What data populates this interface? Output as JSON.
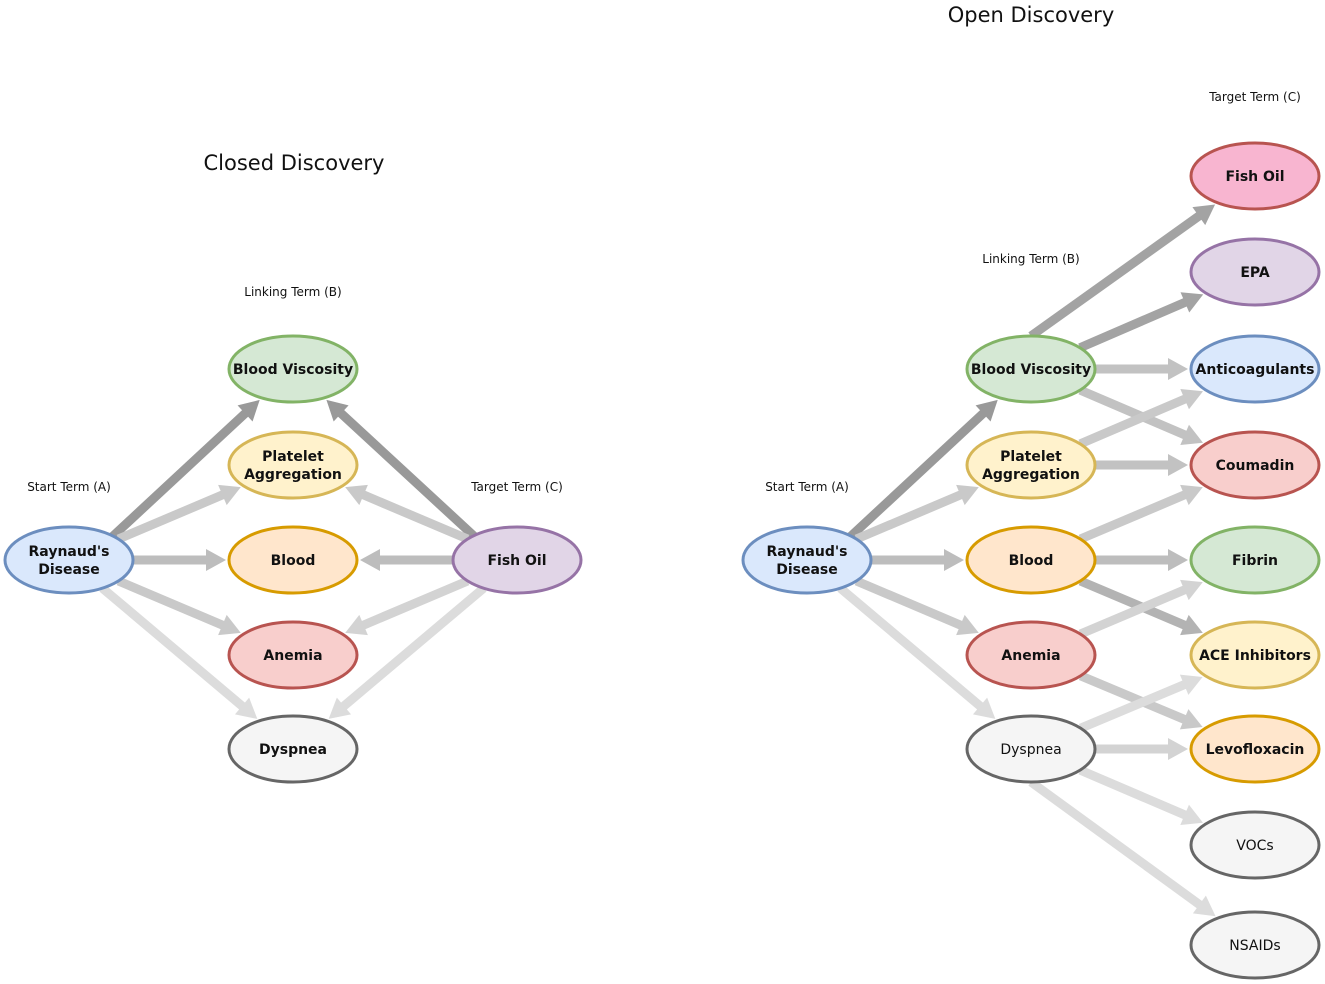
{
  "closed": {
    "title": "Closed Discovery",
    "start_caption": "Start Term (A)",
    "linking_caption": "Linking Term (B)",
    "target_caption": "Target Term (C)",
    "nodes": [
      {
        "id": "raynaud",
        "label": [
          "Raynaud's",
          "Disease"
        ],
        "fill": "#dae8fc",
        "stroke": "#6c8ebf"
      },
      {
        "id": "viscosity",
        "label": [
          "Blood Viscosity"
        ],
        "fill": "#d5e8d4",
        "stroke": "#82b366"
      },
      {
        "id": "platelet",
        "label": [
          "Platelet",
          "Aggregation"
        ],
        "fill": "#fff2cc",
        "stroke": "#d6b656"
      },
      {
        "id": "blood",
        "label": [
          "Blood"
        ],
        "fill": "#ffe6cc",
        "stroke": "#d79b00"
      },
      {
        "id": "anemia",
        "label": [
          "Anemia"
        ],
        "fill": "#f8cecc",
        "stroke": "#b85450"
      },
      {
        "id": "dyspnea",
        "label": [
          "Dyspnea"
        ],
        "fill": "#f5f5f5",
        "stroke": "#666666"
      },
      {
        "id": "fishoil",
        "label": [
          "Fish Oil"
        ],
        "fill": "#e1d5e7",
        "stroke": "#9673a6"
      }
    ],
    "edges": [
      {
        "from": "raynaud",
        "to": "viscosity",
        "color": "#999999"
      },
      {
        "from": "raynaud",
        "to": "platelet",
        "color": "#c9c9c9"
      },
      {
        "from": "raynaud",
        "to": "blood",
        "color": "#bdbdbd"
      },
      {
        "from": "raynaud",
        "to": "anemia",
        "color": "#c9c9c9"
      },
      {
        "from": "raynaud",
        "to": "dyspnea",
        "color": "#dcdcdc"
      },
      {
        "from": "fishoil",
        "to": "viscosity",
        "color": "#999999"
      },
      {
        "from": "fishoil",
        "to": "platelet",
        "color": "#c9c9c9"
      },
      {
        "from": "fishoil",
        "to": "blood",
        "color": "#bdbdbd"
      },
      {
        "from": "fishoil",
        "to": "anemia",
        "color": "#d3d3d3"
      },
      {
        "from": "fishoil",
        "to": "dyspnea",
        "color": "#dcdcdc"
      }
    ]
  },
  "open": {
    "title": "Open Discovery",
    "start_caption": "Start Term (A)",
    "linking_caption": "Linking Term (B)",
    "target_caption": "Target Term (C)",
    "nodes": [
      {
        "id": "raynaud",
        "label": [
          "Raynaud's",
          "Disease"
        ],
        "fill": "#dae8fc",
        "stroke": "#6c8ebf"
      },
      {
        "id": "viscosity",
        "label": [
          "Blood Viscosity"
        ],
        "fill": "#d5e8d4",
        "stroke": "#82b366"
      },
      {
        "id": "platelet",
        "label": [
          "Platelet",
          "Aggregation"
        ],
        "fill": "#fff2cc",
        "stroke": "#d6b656"
      },
      {
        "id": "blood",
        "label": [
          "Blood"
        ],
        "fill": "#ffe6cc",
        "stroke": "#d79b00"
      },
      {
        "id": "anemia",
        "label": [
          "Anemia"
        ],
        "fill": "#f8cecc",
        "stroke": "#b85450"
      },
      {
        "id": "dyspnea",
        "label": [
          "Dyspnea"
        ],
        "fill": "#f5f5f5",
        "stroke": "#666666",
        "plain": true
      },
      {
        "id": "fishoil",
        "label": [
          "Fish Oil"
        ],
        "fill": "#f8b5d0",
        "stroke": "#b85450"
      },
      {
        "id": "epa",
        "label": [
          "EPA"
        ],
        "fill": "#e1d5e7",
        "stroke": "#9673a6"
      },
      {
        "id": "anticoag",
        "label": [
          "Anticoagulants"
        ],
        "fill": "#dae8fc",
        "stroke": "#6c8ebf"
      },
      {
        "id": "coumadin",
        "label": [
          "Coumadin"
        ],
        "fill": "#f8cecc",
        "stroke": "#b85450"
      },
      {
        "id": "fibrin",
        "label": [
          "Fibrin"
        ],
        "fill": "#d5e8d4",
        "stroke": "#82b366"
      },
      {
        "id": "ace",
        "label": [
          "ACE Inhibitors"
        ],
        "fill": "#fff2cc",
        "stroke": "#d6b656"
      },
      {
        "id": "levo",
        "label": [
          "Levofloxacin"
        ],
        "fill": "#ffe6cc",
        "stroke": "#d79b00"
      },
      {
        "id": "vocs",
        "label": [
          "VOCs"
        ],
        "fill": "#f5f5f5",
        "stroke": "#666666",
        "plain": true
      },
      {
        "id": "nsaids",
        "label": [
          "NSAIDs"
        ],
        "fill": "#f5f5f5",
        "stroke": "#666666",
        "plain": true
      }
    ],
    "edges": [
      {
        "from": "raynaud",
        "to": "viscosity",
        "color": "#999999"
      },
      {
        "from": "raynaud",
        "to": "platelet",
        "color": "#c9c9c9"
      },
      {
        "from": "raynaud",
        "to": "blood",
        "color": "#bdbdbd"
      },
      {
        "from": "raynaud",
        "to": "anemia",
        "color": "#c9c9c9"
      },
      {
        "from": "raynaud",
        "to": "dyspnea",
        "color": "#dcdcdc"
      },
      {
        "from": "viscosity",
        "to": "fishoil",
        "color": "#a3a3a3"
      },
      {
        "from": "viscosity",
        "to": "epa",
        "color": "#a3a3a3"
      },
      {
        "from": "viscosity",
        "to": "anticoag",
        "color": "#c2c2c2"
      },
      {
        "from": "viscosity",
        "to": "coumadin",
        "color": "#c2c2c2"
      },
      {
        "from": "platelet",
        "to": "anticoag",
        "color": "#c9c9c9"
      },
      {
        "from": "platelet",
        "to": "coumadin",
        "color": "#c2c2c2"
      },
      {
        "from": "blood",
        "to": "coumadin",
        "color": "#c9c9c9"
      },
      {
        "from": "blood",
        "to": "fibrin",
        "color": "#bdbdbd"
      },
      {
        "from": "blood",
        "to": "ace",
        "color": "#b3b3b3"
      },
      {
        "from": "anemia",
        "to": "fibrin",
        "color": "#d3d3d3"
      },
      {
        "from": "anemia",
        "to": "levo",
        "color": "#c9c9c9"
      },
      {
        "from": "dyspnea",
        "to": "ace",
        "color": "#dcdcdc"
      },
      {
        "from": "dyspnea",
        "to": "levo",
        "color": "#d3d3d3"
      },
      {
        "from": "dyspnea",
        "to": "vocs",
        "color": "#dcdcdc"
      },
      {
        "from": "dyspnea",
        "to": "nsaids",
        "color": "#dcdcdc"
      }
    ]
  }
}
